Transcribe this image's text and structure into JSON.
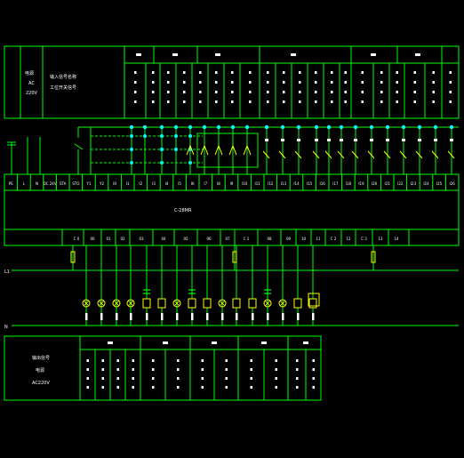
{
  "colors": {
    "background": "#000000",
    "frame": "#00ff00",
    "wire": "#00ff00",
    "text": "#ffffff",
    "node": "#00ffff",
    "component": "#ffff00",
    "lamp": "#ffff00"
  },
  "top_box": {
    "supply_label": "电源",
    "ac_label": "AC",
    "volt_label": "220V",
    "input_title": "输入信号名称",
    "input_sub": "工位开关信号"
  },
  "plc": {
    "model": "C-28MR",
    "input_terminals": [
      "PE",
      "L",
      "N",
      "DC 24V",
      "STA",
      "STO",
      "Y1",
      "Y2",
      "I0",
      "I1",
      "I2",
      "I3",
      "I4",
      "I5",
      "I6",
      "I7",
      "I8",
      "I9",
      "I10",
      "I11",
      "I12",
      "I13",
      "I14",
      "I15",
      "I16",
      "I17",
      "I18",
      "I19",
      "I20",
      "I21",
      "I22",
      "I23",
      "I24",
      "I25",
      "I26"
    ],
    "output_terminals": [
      "C 0",
      "00",
      "01",
      "02",
      "03",
      "04",
      "05",
      "06",
      "07",
      "C 1",
      "08",
      "09",
      "10",
      "11",
      "C 2",
      "12",
      "C 3",
      "13",
      "14"
    ]
  },
  "rails": {
    "left_top": "L1",
    "left_bottom": "N"
  },
  "bottom_box": {
    "supply_title": "输出信号",
    "supply_sub": "电源",
    "volt": "AC220V"
  }
}
